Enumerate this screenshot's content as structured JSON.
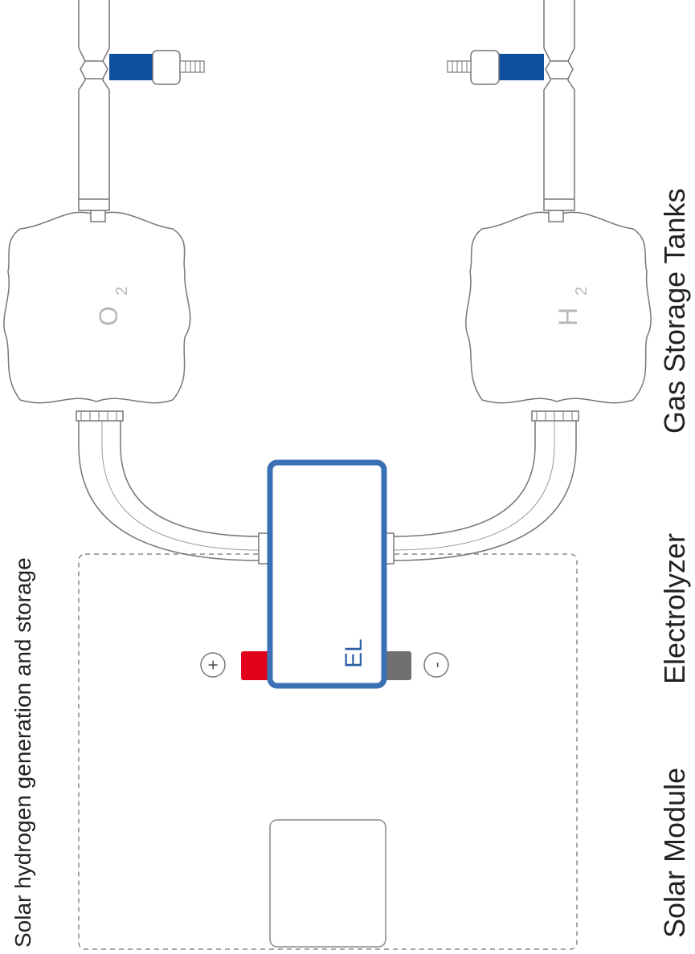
{
  "title": "Solar hydrogen generation and storage",
  "labels": {
    "solar_module": "Solar Module",
    "electrolyzer": "Electrolyzer",
    "gas_storage": "Gas Storage Tanks"
  },
  "electrolyzer": {
    "text": "EL"
  },
  "terminals": {
    "plus": "+",
    "minus": "-"
  },
  "tanks": {
    "oxygen": {
      "symbol": "O",
      "subscript": "2"
    },
    "hydrogen": {
      "symbol": "H",
      "subscript": "2"
    }
  },
  "colors": {
    "electrolyzer_border": "#3a70b4",
    "electrolyzer_text": "#2f5fa6",
    "valve_blue": "#0b4f9e",
    "terminal_positive": "#e2001a",
    "terminal_negative": "#707070",
    "outline": "#777777",
    "gas_text": "#b8b8b8"
  }
}
